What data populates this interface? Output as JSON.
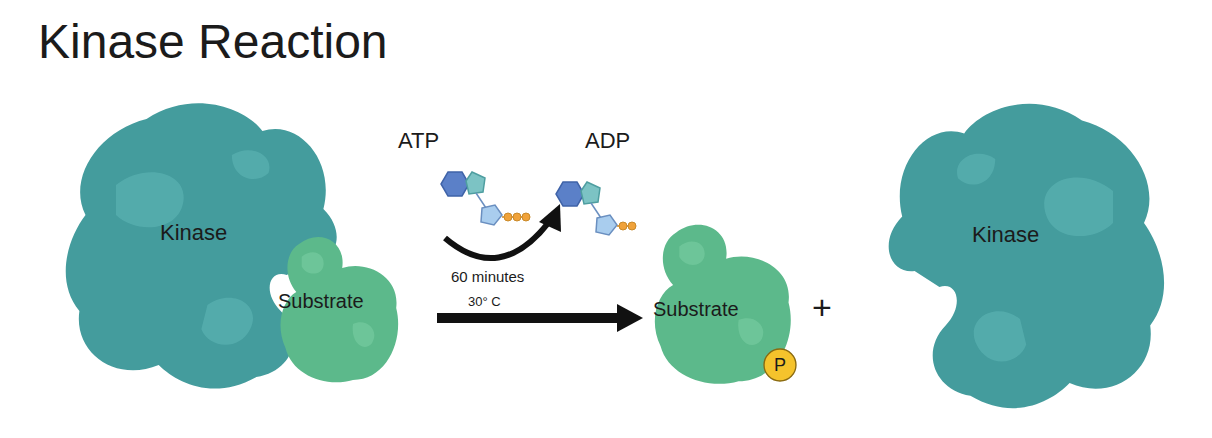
{
  "diagram": {
    "title": "Kinase Reaction",
    "nodes": [
      {
        "text": [
          "Kinase"
        ]
      },
      {
        "text": [
          "Substrate"
        ]
      },
      {
        "text": [
          "Substrate"
        ]
      },
      {
        "text": [
          "P"
        ],
        "in": 2
      },
      {
        "text": [
          "Kinase"
        ]
      }
    ],
    "edges": [
      {
        "from": 1,
        "to": 2,
        "arrow": "to"
      }
    ],
    "labels": [
      "ATP",
      "ADP",
      "60 minutes",
      "30° C",
      "+"
    ]
  }
}
